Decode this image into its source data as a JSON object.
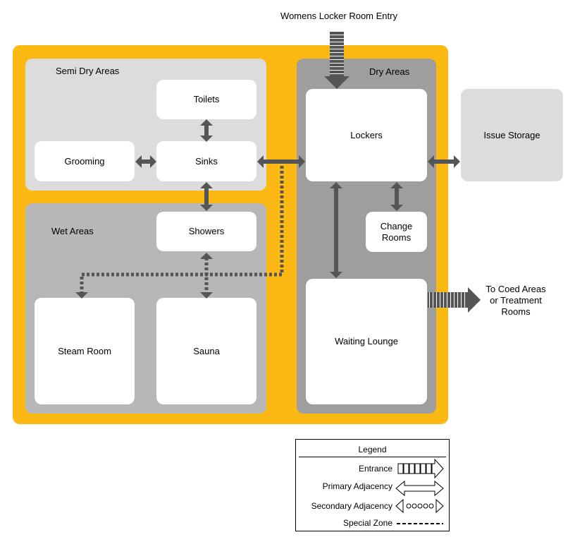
{
  "entry_label": "Womens Locker Room Entry",
  "exit_label": [
    "To Coed Areas",
    "or Treatment",
    "Rooms"
  ],
  "zones": {
    "semi_dry": "Semi Dry Areas",
    "wet": "Wet Areas",
    "dry": "Dry Areas"
  },
  "rooms": {
    "toilets": "Toilets",
    "grooming": "Grooming",
    "sinks": "Sinks",
    "showers": "Showers",
    "steam_room": "Steam Room",
    "sauna": "Sauna",
    "lockers": "Lockers",
    "change_rooms": [
      "Change",
      "Rooms"
    ],
    "waiting_lounge": "Waiting Lounge",
    "issue_storage": "Issue Storage"
  },
  "legend": {
    "title": "Legend",
    "entrance": "Entrance",
    "primary": "Primary Adjacency",
    "secondary": "Secondary Adjacency",
    "special": "Special Zone"
  },
  "colors": {
    "outer_zone": "#FDB913",
    "semi_dry_zone": "#DCDCDC",
    "wet_zone": "#B7B7B7",
    "dry_zone": "#9E9E9E",
    "arrow": "#555555"
  }
}
